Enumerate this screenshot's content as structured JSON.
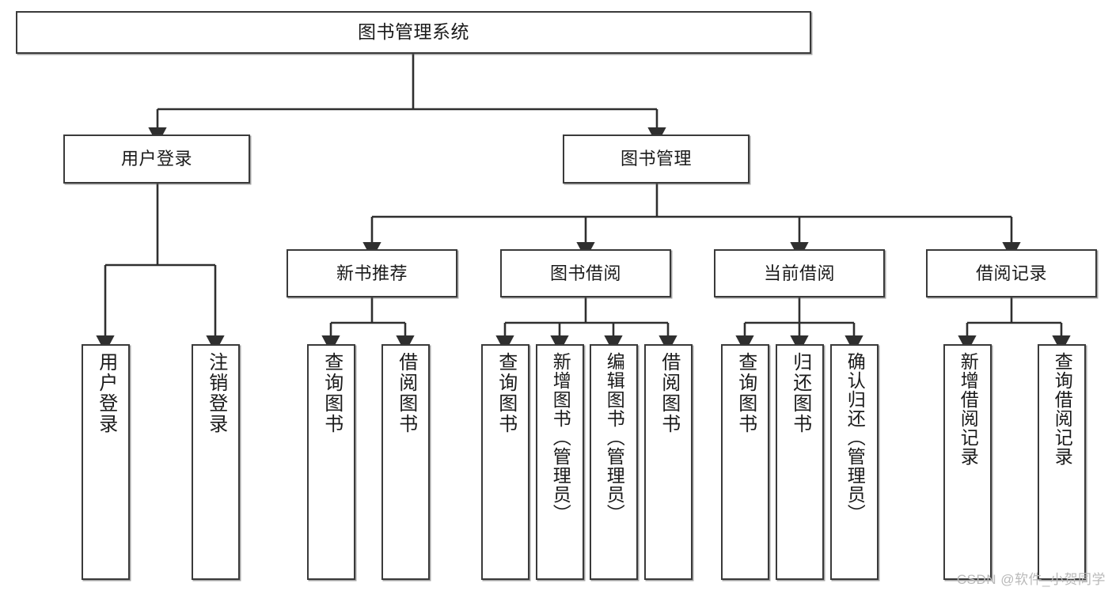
{
  "diagram": {
    "title": "图书管理系统",
    "type": "tree",
    "root": {
      "label": "图书管理系统"
    },
    "level2": [
      {
        "id": "user-login",
        "label": "用户登录"
      },
      {
        "id": "book-manage",
        "label": "图书管理"
      }
    ],
    "level3": [
      {
        "id": "new-book-recommend",
        "label": "新书推荐",
        "parent": "book-manage"
      },
      {
        "id": "book-borrow",
        "label": "图书借阅",
        "parent": "book-manage"
      },
      {
        "id": "current-borrow",
        "label": "当前借阅",
        "parent": "book-manage"
      },
      {
        "id": "borrow-record",
        "label": "借阅记录",
        "parent": "book-manage"
      }
    ],
    "leaves": [
      {
        "id": "leaf-user-login",
        "label": "用户登录",
        "parent": "user-login"
      },
      {
        "id": "leaf-logout-login",
        "label": "注销登录",
        "parent": "user-login"
      },
      {
        "id": "leaf-query-book-1",
        "label": "查询图书",
        "parent": "new-book-recommend"
      },
      {
        "id": "leaf-borrow-book-1",
        "label": "借阅图书",
        "parent": "new-book-recommend"
      },
      {
        "id": "leaf-query-book-2",
        "label": "查询图书",
        "parent": "book-borrow"
      },
      {
        "id": "leaf-add-book",
        "label": "新增图书（管理员）",
        "parent": "book-borrow"
      },
      {
        "id": "leaf-edit-book",
        "label": "编辑图书（管理员）",
        "parent": "book-borrow"
      },
      {
        "id": "leaf-borrow-book-2",
        "label": "借阅图书",
        "parent": "book-borrow"
      },
      {
        "id": "leaf-query-book-3",
        "label": "查询图书",
        "parent": "current-borrow"
      },
      {
        "id": "leaf-return-book",
        "label": "归还图书",
        "parent": "current-borrow"
      },
      {
        "id": "leaf-confirm-return",
        "label": "确认归还（管理员）",
        "parent": "current-borrow"
      },
      {
        "id": "leaf-add-borrow-record",
        "label": "新增借阅记录",
        "parent": "borrow-record"
      },
      {
        "id": "leaf-query-borrow-record",
        "label": "查询借阅记录",
        "parent": "borrow-record"
      }
    ]
  },
  "watermark": {
    "text": "CSDN @软件_小贺同学"
  },
  "colors": {
    "background": "#ffffff",
    "box_border": "#3a3a3a",
    "edge": "#2f2f2f",
    "text": "#1a1a1a",
    "watermark": "#b9b9b9"
  }
}
